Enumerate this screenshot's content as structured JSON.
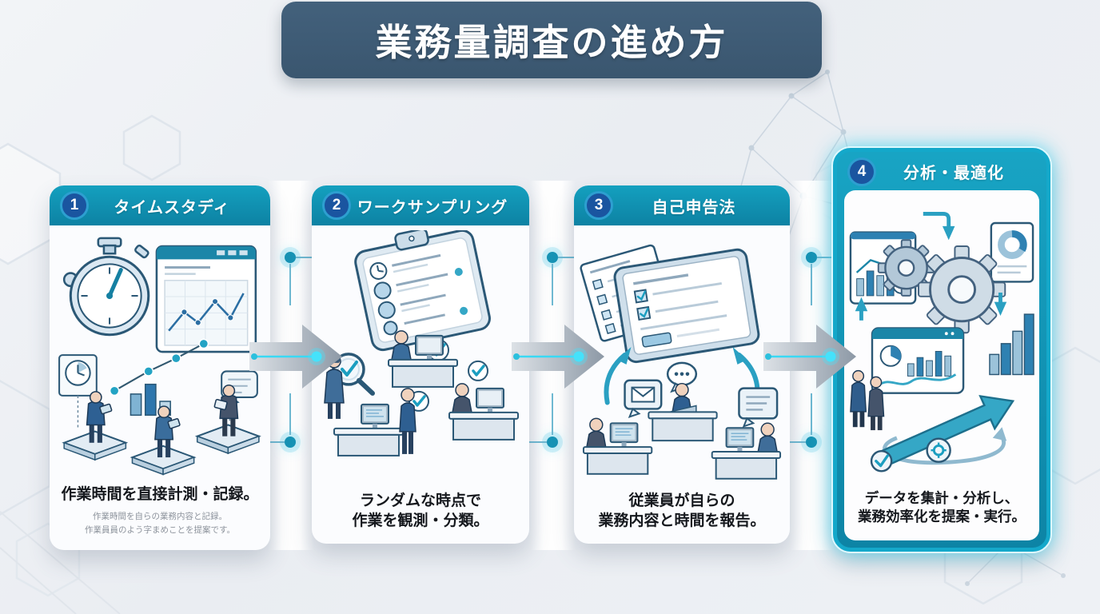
{
  "page_title": "業務量調査の進め方",
  "colors": {
    "title_bg": "#3d5a75",
    "card_header_teal": "#0f89a9",
    "badge_bg": "#1a55a0",
    "badge_ring": "#2d9fd0",
    "highlight_border": "#14a8ca",
    "accent_cyan": "#35dcf8",
    "connector_teal": "#1793b5",
    "arrow_gray": "#94a0ac",
    "description_text": "#15181d",
    "fine_print_text": "#8d939c"
  },
  "steps": [
    {
      "number": "1",
      "label": "タイムスタディ",
      "illustration": "stopwatch-linechart-workers",
      "description": "作業時間を直接計測・記録。",
      "fine_print": [
        "作業時間を自らの業務内容と記録。",
        "作業員員のよう字まめことを提案です。"
      ]
    },
    {
      "number": "2",
      "label": "ワークサンプリング",
      "illustration": "clipboard-checklist-observers",
      "description_line1": "ランダムな時点で",
      "description_line2": "作業を観測・分類。"
    },
    {
      "number": "3",
      "label": "自己申告法",
      "illustration": "tablet-selfreport-desks",
      "description_line1": "従業員が自らの",
      "description_line2": "業務内容と時間を報告。"
    },
    {
      "number": "4",
      "label": "分析・最適化",
      "illustration": "gears-charts-growth",
      "highlighted": true,
      "description_line1": "データを集計・分析し、",
      "description_line2": "業務効率化を提案・実行。"
    }
  ]
}
